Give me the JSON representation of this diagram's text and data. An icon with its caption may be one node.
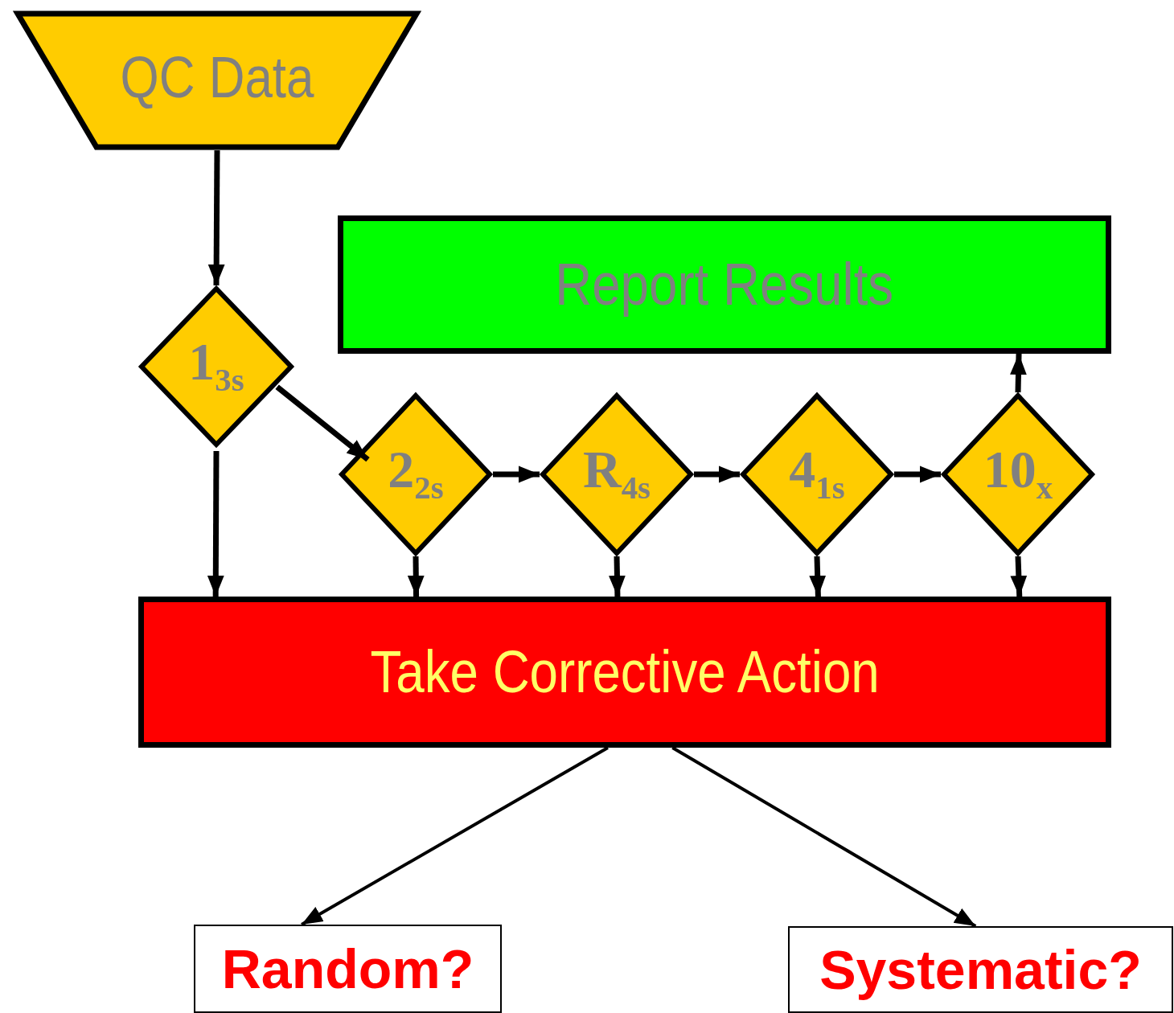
{
  "diagram": {
    "nodes": [
      {
        "text": [
          "QC Data"
        ]
      },
      {
        "text": [
          "Report Results"
        ]
      },
      {
        "text": [
          "1$_{3s}$"
        ]
      },
      {
        "text": [
          "2$_{2s}$"
        ]
      },
      {
        "text": [
          "R$_{4s}$"
        ]
      },
      {
        "text": [
          "4$_{1s}$"
        ]
      },
      {
        "text": [
          "10$_{x}$"
        ]
      },
      {
        "text": [
          "Take Corrective Action"
        ]
      },
      {
        "text": [
          "Random?"
        ]
      },
      {
        "text": [
          "Systematic?"
        ]
      }
    ],
    "edges": [
      {
        "from": 0,
        "to": 2,
        "arrow": "to"
      },
      {
        "from": 2,
        "to": 3,
        "arrow": "to"
      },
      {
        "from": 3,
        "to": 4,
        "arrow": "to"
      },
      {
        "from": 4,
        "to": 5,
        "arrow": "to"
      },
      {
        "from": 5,
        "to": 6,
        "arrow": "to"
      },
      {
        "from": 6,
        "to": 1,
        "arrow": "to"
      },
      {
        "from": 2,
        "to": 7,
        "arrow": "to"
      },
      {
        "from": 3,
        "to": 7,
        "arrow": "to"
      },
      {
        "from": 4,
        "to": 7,
        "arrow": "to"
      },
      {
        "from": 5,
        "to": 7,
        "arrow": "to"
      },
      {
        "from": 6,
        "to": 7,
        "arrow": "to"
      },
      {
        "from": 7,
        "to": 8,
        "arrow": "to"
      },
      {
        "from": 7,
        "to": 9,
        "arrow": "to"
      }
    ]
  }
}
